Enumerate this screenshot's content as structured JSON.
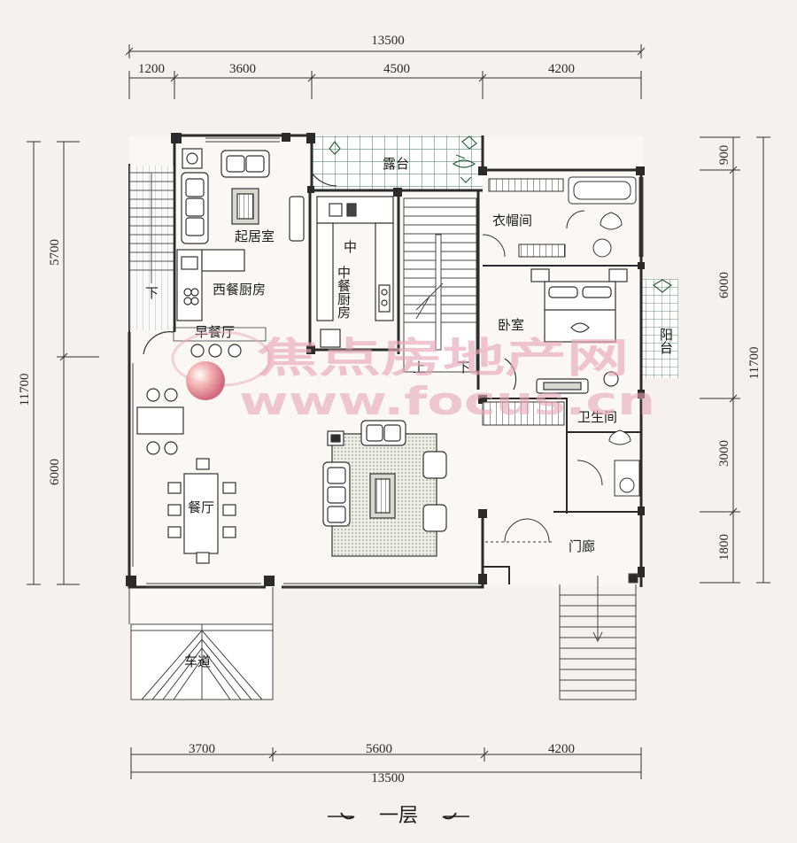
{
  "plan": {
    "floor_label": "一层",
    "dimensions": {
      "top_total": "13500",
      "top_segments": [
        "1200",
        "3600",
        "4500",
        "4200"
      ],
      "bottom_total": "13500",
      "bottom_segments": [
        "3700",
        "5600",
        "4200"
      ],
      "left_total": "11700",
      "left_segments": [
        "5700",
        "6000"
      ],
      "right_total": "11700",
      "right_segments": [
        "900",
        "6000",
        "3000",
        "1800"
      ]
    },
    "rooms": {
      "terrace": "露台",
      "living_room": "起居室",
      "western_kitchen": "西餐厨房",
      "breakfast_room": "早餐厅",
      "chinese_kitchen": "中餐厨房",
      "cloakroom": "衣帽间",
      "bedroom": "卧室",
      "balcony": "阳台",
      "bathroom": "卫生间",
      "dining_room": "餐厅",
      "porch": "门廊",
      "driveway": "车道"
    },
    "stair_labels": {
      "left_down": "下",
      "up": "上",
      "down": "下"
    },
    "watermark": {
      "brand": "焦点房地产网",
      "url": "www.focus.cn"
    },
    "colors": {
      "background": "#f6f1ec",
      "wall": "#2b2b2b",
      "wall_dark": "#3a2a2a",
      "terrace_tile": "#6a9a7a",
      "rug": "#c8c8b8",
      "watermark": "#e8a8b8"
    }
  }
}
